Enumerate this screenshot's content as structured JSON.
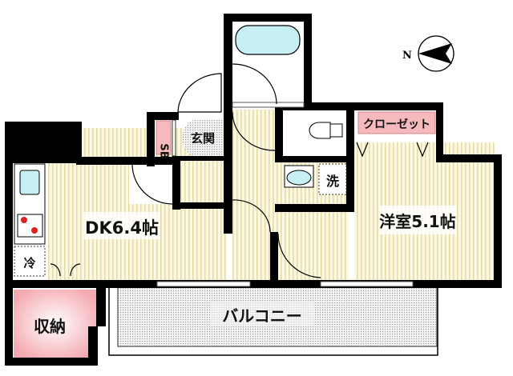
{
  "floorplan": {
    "rooms": {
      "dk": "DK6.4帖",
      "western": "洋室5.1帖",
      "closet": "クローゼット",
      "storage": "収納",
      "balcony": "バルコニー",
      "entrance": "玄関",
      "shoe_box": "SB",
      "washer": "洗",
      "fridge": "冷"
    },
    "compass": {
      "label": "N"
    },
    "colors": {
      "wall": "#000000",
      "floor": "#fbf6dc",
      "floor_stripe": "#e9dfb0",
      "water": "#bfeef2",
      "pink": "#f6b9bd",
      "tile": "#cfcfcf"
    }
  }
}
